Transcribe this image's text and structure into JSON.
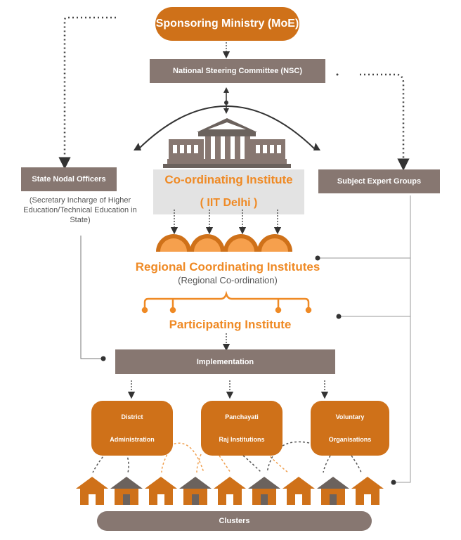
{
  "nodes": {
    "ministry": "Sponsoring Ministry (MoE)",
    "nsc": "National Steering Committee (NSC)",
    "state_nodal": "State Nodal Officers",
    "state_nodal_desc": "(Secretary Incharge of Higher Education/Technical Education in State)",
    "subject_experts": "Subject Expert Groups",
    "coordinating": "Co-ordinating Institute",
    "coordinating_sub": "( IIT Delhi )",
    "regional": "Regional Coordinating Institutes",
    "regional_sub": "(Regional Co-ordination)",
    "participating": "Participating Institute",
    "implementation": "Implementation",
    "district_line1": "District",
    "district_line2": "Administration",
    "panchayati_line1": "Panchayati",
    "panchayati_line2": "Raj Institutions",
    "voluntary_line1": "Voluntary",
    "voluntary_line2": "Organisations",
    "clusters": "Clusters"
  },
  "colors": {
    "orange": "#cf7119",
    "orange_text": "#ef8a25",
    "gray": "#877771",
    "dark_gray": "#6b625d",
    "light_orange": "#f6b26b"
  },
  "icons": {
    "building": "institute-building-icon",
    "semicircles": "regional-semicircle-icon",
    "bracket": "branch-bracket-icon",
    "hut": "hut-icon"
  }
}
